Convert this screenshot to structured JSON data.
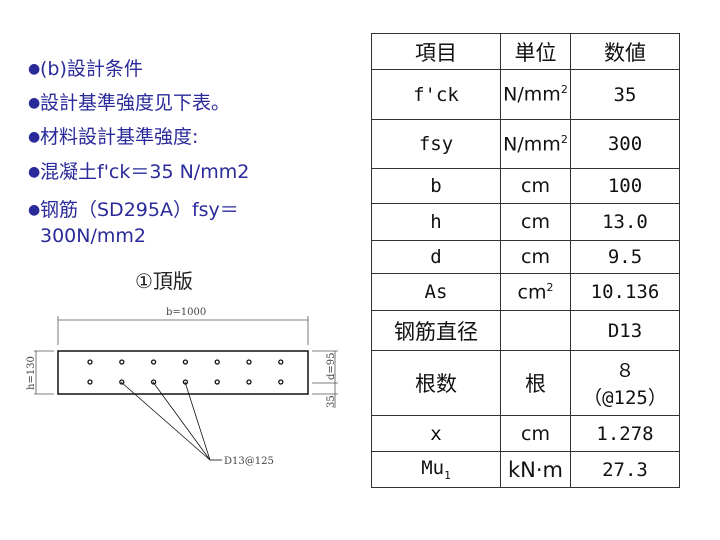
{
  "bullets": [
    "(b)設計条件",
    "設計基準強度见下表。",
    "材料設計基準強度:",
    "混凝土f'ck＝35 N/mm2",
    "钢筋（SD295A）fsy＝",
    "300N/mm2"
  ],
  "caption": "①頂版",
  "drawing": {
    "width_label": "b=1000",
    "height_label": "h=130",
    "depth_label": "d=95",
    "cover_label": "35",
    "rebar_label": "D13@125"
  },
  "table": {
    "headers": [
      "項目",
      "単位",
      "数値"
    ],
    "rows": [
      {
        "item": "f'ck",
        "unit": "N/mm",
        "unit_sup": "2",
        "value": "35"
      },
      {
        "item": "fsy",
        "unit": "N/mm",
        "unit_sup": "2",
        "value": "300"
      },
      {
        "item": "b",
        "unit": "cm",
        "value": "100"
      },
      {
        "item": "h",
        "unit": "cm",
        "value": "13.0"
      },
      {
        "item": "d",
        "unit": "cm",
        "value": "9.5"
      },
      {
        "item": "As",
        "unit": "cm",
        "unit_sup": "2",
        "value": "10.136"
      },
      {
        "item": "钢筋直径",
        "unit": "",
        "value": "D13"
      },
      {
        "item": "根数",
        "unit": "根",
        "value": "８",
        "value2": "（@125）"
      },
      {
        "item": "x",
        "unit": "cm",
        "value": "1.278"
      },
      {
        "item": "Mu",
        "item_sub": "1",
        "unit": "kN·m",
        "value": "27.3"
      }
    ]
  },
  "colors": {
    "bullet_text": "#2a2a9a"
  }
}
